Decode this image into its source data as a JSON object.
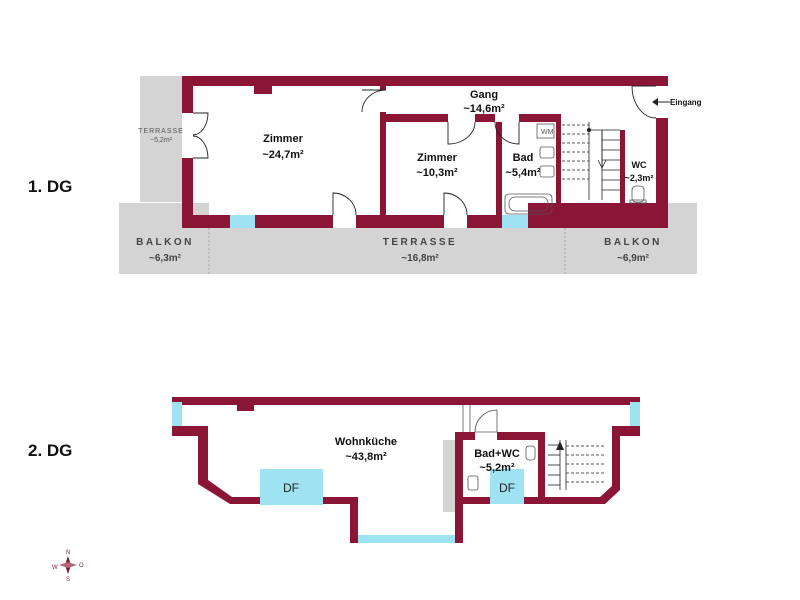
{
  "floors": [
    {
      "label": "1. DG",
      "rooms": [
        {
          "name": "Zimmer",
          "area": "~24,7m²"
        },
        {
          "name": "Gang",
          "area": "~14,6m²"
        },
        {
          "name": "Zimmer",
          "area": "~10,3m²"
        },
        {
          "name": "Bad",
          "area": "~5,4m²"
        },
        {
          "name": "WC",
          "area": "~2,3m²"
        }
      ],
      "outdoor": [
        {
          "name": "TERRASSE",
          "area": "~5,2m²"
        },
        {
          "name": "BALKON",
          "area": "~6,3m²"
        },
        {
          "name": "TERRASSE",
          "area": "~16,8m²"
        },
        {
          "name": "BALKON",
          "area": "~6,9m²"
        }
      ],
      "entrance_label": "Eingang",
      "appliance_label": "WM"
    },
    {
      "label": "2. DG",
      "rooms": [
        {
          "name": "Wohnküche",
          "area": "~43,8m²"
        },
        {
          "name": "Bad+WC",
          "area": "~5,2m²"
        }
      ],
      "skylights": [
        "DF",
        "DF"
      ]
    }
  ],
  "compass": {
    "n": "N",
    "o": "O",
    "s": "S",
    "w": "W"
  },
  "colors": {
    "wall": "#8b1535",
    "outdoor": "#d4d4d4",
    "window": "#9fe3f2"
  }
}
